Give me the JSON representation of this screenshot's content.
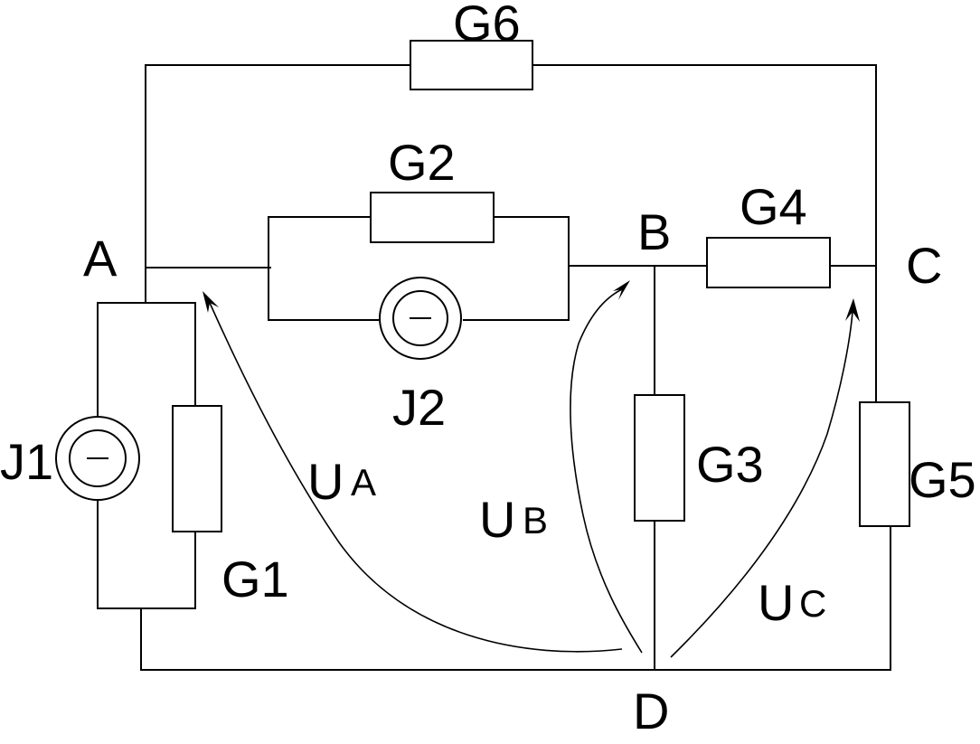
{
  "nodes": {
    "a": "A",
    "b": "B",
    "c": "C",
    "d": "D"
  },
  "conductances": {
    "g1": "G1",
    "g2": "G2",
    "g3": "G3",
    "g4": "G4",
    "g5": "G5",
    "g6": "G6"
  },
  "sources": {
    "j1": "J1",
    "j2": "J2"
  },
  "voltages": {
    "ua": {
      "main": "U",
      "sub": "A"
    },
    "ub": {
      "main": "U",
      "sub": "B"
    },
    "uc": {
      "main": "U",
      "sub": "C"
    }
  }
}
